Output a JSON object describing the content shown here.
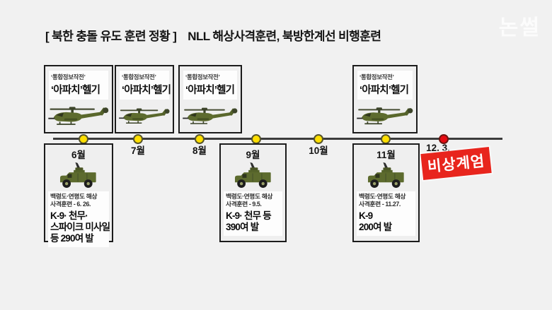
{
  "brand": {
    "logo": "논썰"
  },
  "title": {
    "bracket": "[ 북한 충돌 유도 훈련 정황 ]",
    "main": "NLL 해상사격훈련, 북방한계선 비행훈련"
  },
  "apache": {
    "ribbon": "‘통합정보작전’",
    "label": "‘아파치’헬기"
  },
  "timeline": {
    "months": {
      "m6": "6월",
      "m7": "7월",
      "m8": "8월",
      "m9": "9월",
      "m10": "10월",
      "m11": "11월"
    },
    "end_date": "12. 3.",
    "dot_color_regular": "#ffdf00",
    "dot_color_end": "#e60b12"
  },
  "events": {
    "june": {
      "month": "6월",
      "desc_line1": "백령도·연평도 해상",
      "desc_line2": "사격훈련 - 6. 26.",
      "detail_line1": "K-9· 천무·",
      "detail_line2": "스파이크 미사일",
      "detail_line3": "등 290여 발"
    },
    "september": {
      "month": "9월",
      "desc_line1": "백령도·연평도 해상",
      "desc_line2": "사격훈련 - 9.5.",
      "detail_line1": "K-9· 천무 등",
      "detail_line2": "390여 발"
    },
    "november": {
      "month": "11월",
      "desc_line1": "백령도·연평도 해상",
      "desc_line2": "사격훈련 - 11.27.",
      "detail_line1": "K-9",
      "detail_line2": "200여 발"
    }
  },
  "stamp": {
    "label": "비상계엄",
    "color": "#e8251d"
  },
  "colors": {
    "background": "#f1f1f1",
    "box_border": "#1c1c1c",
    "timeline_line": "#3c3c3c"
  }
}
